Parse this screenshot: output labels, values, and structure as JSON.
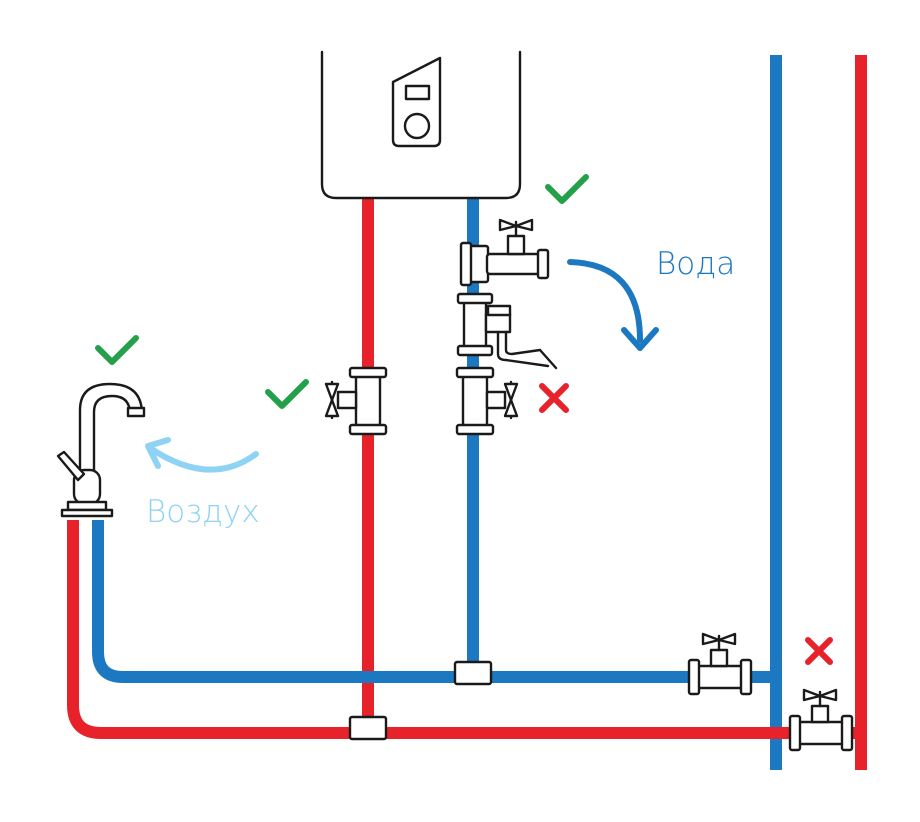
{
  "labels": {
    "water": "Вода",
    "air": "Воздух"
  },
  "marks": {
    "valid": "checkmark",
    "invalid": "cross"
  },
  "colors": {
    "hot_pipe": "#e8222a",
    "cold_pipe": "#1c78c0",
    "water_arrow": "#1c78c0",
    "air_arrow": "#8fd3f4",
    "check": "#24a04a",
    "cross": "#e8222a",
    "outline": "#1a1a1a"
  }
}
